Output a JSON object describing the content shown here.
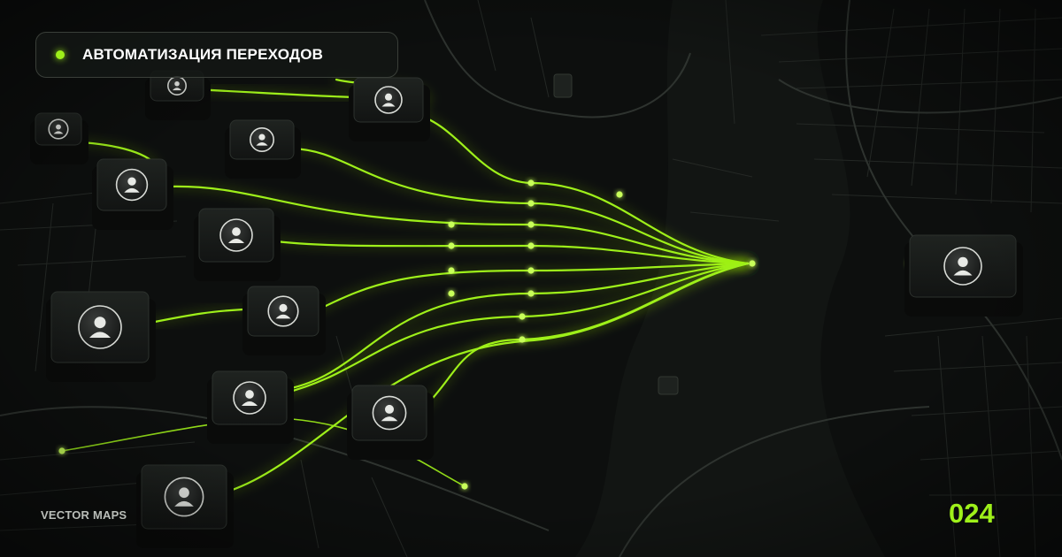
{
  "header": {
    "title": "АВТОМАТИЗАЦИЯ ПЕРЕХОДОВ"
  },
  "footer": {
    "brand": "VECTOR MAPS",
    "number": "024"
  },
  "colors": {
    "accent": "#9ef01a",
    "background": "#0d0f0e",
    "tile": "#171a18",
    "map_lines": "#262a27"
  },
  "icons": {
    "node": "user-avatar-icon",
    "title_marker": "dot-icon"
  }
}
